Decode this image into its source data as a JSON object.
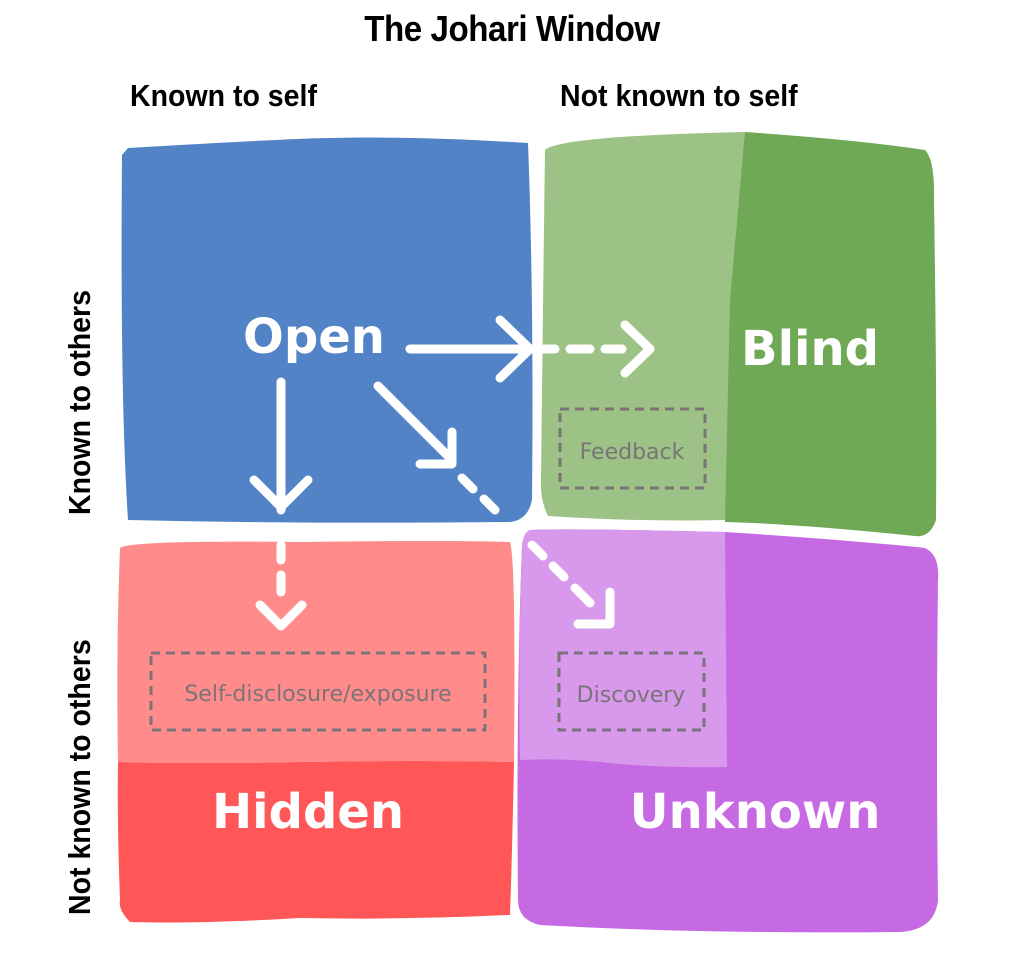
{
  "title": "The Johari Window",
  "columns": [
    "Known to self",
    "Not known to self"
  ],
  "rows": [
    "Known to others",
    "Not known to others"
  ],
  "quadrants": {
    "open": {
      "label": "Open",
      "color": "#5283c6"
    },
    "blind": {
      "label": "Blind",
      "color": "#6fa955",
      "light_color": "#9dc285"
    },
    "hidden": {
      "label": "Hidden",
      "color": "#ff5757",
      "light_color": "#ff8b8b"
    },
    "unknown": {
      "label": "Unknown",
      "color": "#c66ae3",
      "light_color": "#d898ec"
    }
  },
  "processes": {
    "feedback": "Feedback",
    "self_disclosure": "Self-disclosure/exposure",
    "discovery": "Discovery"
  }
}
